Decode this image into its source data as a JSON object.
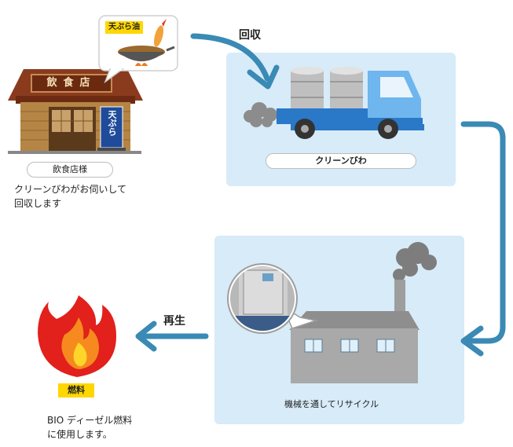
{
  "restaurant": {
    "sign": "飲食店",
    "side_sign": "天ぷら",
    "bubble_tag": "天ぷら油",
    "pill": "飲食店様",
    "caption_line1": "クリーンびわがお伺いして",
    "caption_line2": "回収します"
  },
  "collection": {
    "arrow_label": "回収",
    "pill": "クリーンびわ"
  },
  "factory": {
    "caption": "機械を通してリサイクル"
  },
  "fuel": {
    "arrow_label": "再生",
    "tag": "燃料",
    "caption_line1": "BIO ディーゼル燃料",
    "caption_line2": "に使用します。"
  },
  "colors": {
    "arrow": "#3a8ab5",
    "panel": "#d7ebf8",
    "tag": "#ffd700"
  }
}
